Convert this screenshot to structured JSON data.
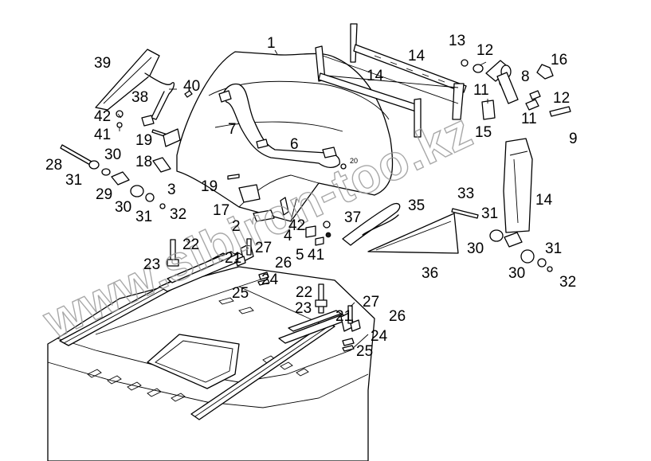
{
  "diagram": {
    "watermark": "www.sibiron-too.kz",
    "callouts": [
      {
        "id": "c1",
        "text": "1"
      },
      {
        "id": "c39",
        "text": "39"
      },
      {
        "id": "c40",
        "text": "40"
      },
      {
        "id": "c38",
        "text": "38"
      },
      {
        "id": "c42a",
        "text": "42"
      },
      {
        "id": "c41a",
        "text": "41"
      },
      {
        "id": "c19a",
        "text": "19"
      },
      {
        "id": "c7",
        "text": "7"
      },
      {
        "id": "c6",
        "text": "6"
      },
      {
        "id": "c20",
        "text": "20"
      },
      {
        "id": "c13",
        "text": "13"
      },
      {
        "id": "c12a",
        "text": "12"
      },
      {
        "id": "c14a",
        "text": "14"
      },
      {
        "id": "c14b",
        "text": "14"
      },
      {
        "id": "c16",
        "text": "16"
      },
      {
        "id": "c8",
        "text": "8"
      },
      {
        "id": "c11a",
        "text": "11"
      },
      {
        "id": "c12b",
        "text": "12"
      },
      {
        "id": "c11b",
        "text": "11"
      },
      {
        "id": "c15",
        "text": "15"
      },
      {
        "id": "c9",
        "text": "9"
      },
      {
        "id": "c28",
        "text": "28"
      },
      {
        "id": "c30a",
        "text": "30"
      },
      {
        "id": "c31a",
        "text": "31"
      },
      {
        "id": "c18",
        "text": "18"
      },
      {
        "id": "c3",
        "text": "3"
      },
      {
        "id": "c29",
        "text": "29"
      },
      {
        "id": "c30b",
        "text": "30"
      },
      {
        "id": "c31b",
        "text": "31"
      },
      {
        "id": "c32a",
        "text": "32"
      },
      {
        "id": "c19b",
        "text": "19"
      },
      {
        "id": "c17",
        "text": "17"
      },
      {
        "id": "c2",
        "text": "2"
      },
      {
        "id": "c42b",
        "text": "42"
      },
      {
        "id": "c37",
        "text": "37"
      },
      {
        "id": "c35",
        "text": "35"
      },
      {
        "id": "c33",
        "text": "33"
      },
      {
        "id": "c14c",
        "text": "14"
      },
      {
        "id": "c31c",
        "text": "31"
      },
      {
        "id": "c4",
        "text": "4"
      },
      {
        "id": "c5",
        "text": "5"
      },
      {
        "id": "c41b",
        "text": "41"
      },
      {
        "id": "c30c",
        "text": "30"
      },
      {
        "id": "c31d",
        "text": "31"
      },
      {
        "id": "c36",
        "text": "36"
      },
      {
        "id": "c30d",
        "text": "30"
      },
      {
        "id": "c32b",
        "text": "32"
      },
      {
        "id": "c22a",
        "text": "22"
      },
      {
        "id": "c23a",
        "text": "23"
      },
      {
        "id": "c21a",
        "text": "21"
      },
      {
        "id": "c27a",
        "text": "27"
      },
      {
        "id": "c26a",
        "text": "26"
      },
      {
        "id": "c24a",
        "text": "24"
      },
      {
        "id": "c25a",
        "text": "25"
      },
      {
        "id": "c22b",
        "text": "22"
      },
      {
        "id": "c23b",
        "text": "23"
      },
      {
        "id": "c21b",
        "text": "21"
      },
      {
        "id": "c27b",
        "text": "27"
      },
      {
        "id": "c26b",
        "text": "26"
      },
      {
        "id": "c24b",
        "text": "24"
      },
      {
        "id": "c25b",
        "text": "25"
      }
    ]
  }
}
